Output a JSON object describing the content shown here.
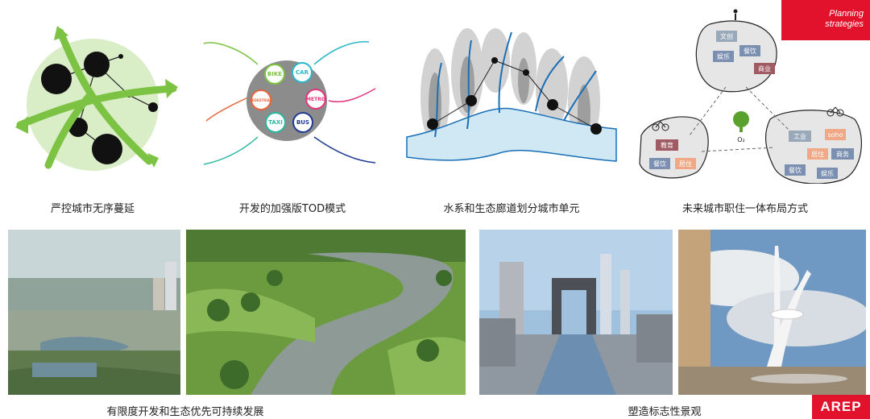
{
  "badge": {
    "line1": "Planning",
    "line2": "strategies"
  },
  "logo": {
    "text": "AREP"
  },
  "captions": {
    "sprawl": "严控城市无序蔓延",
    "tod": "开发的加强版TOD模式",
    "water": "水系和生态廊道划分城市单元",
    "jobs_housing": "未来城市职住一体布局方式",
    "limited": "有限度开发和生态优先可持续发展",
    "landmark": "塑造标志性景观"
  },
  "tod": {
    "bike": "BIKE",
    "car": "CAR",
    "pedestrian": "PEDESTRIAN",
    "metro": "METRO",
    "taxi": "TAXI",
    "bus": "BUS"
  },
  "jobs": {
    "top": [
      "文创",
      "娱乐",
      "餐饮",
      "商业"
    ],
    "left": [
      "教育",
      "餐饮",
      "居住"
    ],
    "right": [
      "工业",
      "soho",
      "居住",
      "商务",
      "餐饮",
      "娱乐"
    ],
    "o2": "O₂"
  },
  "colors": {
    "accent": "#e3122c",
    "green": "#7cc243",
    "blue": "#1a6fb6"
  }
}
